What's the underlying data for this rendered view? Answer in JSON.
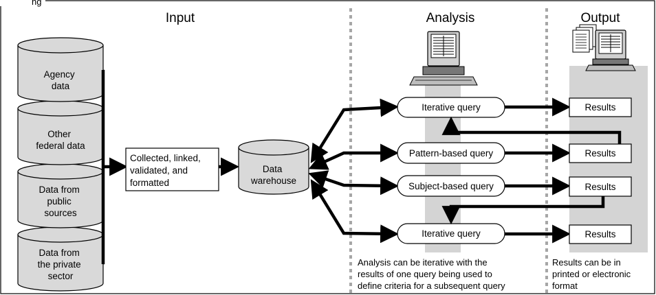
{
  "title_partial": "ng",
  "sections": {
    "input": "Input",
    "analysis": "Analysis",
    "output": "Output"
  },
  "sources": [
    [
      "Agency",
      "data"
    ],
    [
      "Other",
      "federal data"
    ],
    [
      "Data from",
      "public",
      "sources"
    ],
    [
      "Data from",
      "the private",
      "sector"
    ]
  ],
  "process": [
    "Collected, linked,",
    "validated, and",
    "formatted"
  ],
  "warehouse": [
    "Data",
    "warehouse"
  ],
  "queries": [
    "Iterative query",
    "Pattern-based query",
    "Subject-based query",
    "Iterative query"
  ],
  "results": [
    "Results",
    "Results",
    "Results",
    "Results"
  ],
  "notes": {
    "analysis": [
      "Analysis can be iterative with the",
      "results of one query being used to",
      "define criteria for a subsequent query"
    ],
    "output": [
      "Results can be in",
      "printed or electronic",
      "format"
    ]
  },
  "icons": [
    "computer-workstation-icon",
    "printed-documents-icon"
  ],
  "colors": {
    "line": "#000000",
    "cylinder_fill": "#d9d9d9",
    "column_shade": "#d4d4d4",
    "divider": "#a6a6a6",
    "box_fill": "#ffffff"
  }
}
